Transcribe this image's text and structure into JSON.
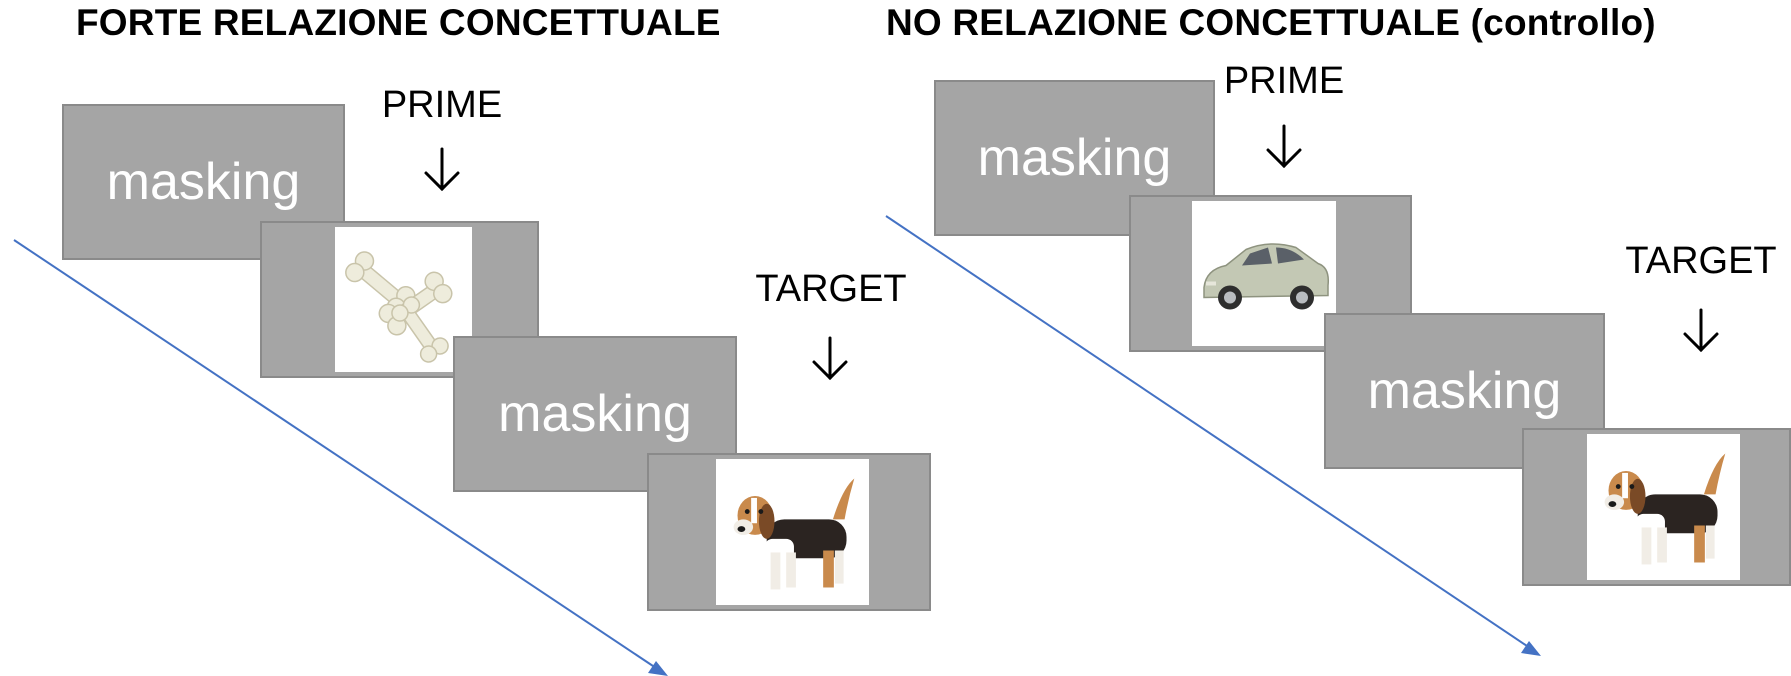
{
  "panels": {
    "strong": {
      "title": "FORTE RELAZIONE CONCETTUALE",
      "mask_1": "masking",
      "prime_label": "PRIME",
      "prime_image": "bones",
      "mask_2": "masking",
      "target_label": "TARGET",
      "target_image": "beagle-dog"
    },
    "control": {
      "title": "NO RELAZIONE CONCETTUALE (controllo)",
      "mask_1": "masking",
      "prime_label": "PRIME",
      "prime_image": "car",
      "mask_2": "masking",
      "target_label": "TARGET",
      "target_image": "beagle-dog"
    }
  },
  "icons": {
    "cue_arrow": "down-arrow-icon",
    "timeline": "diagonal-time-arrow"
  },
  "colors": {
    "frame": "#a5a5a5",
    "frame_border": "#8a8a8a",
    "mask_text": "#ffffff",
    "timeline": "#4472c4",
    "title": "#000000"
  }
}
